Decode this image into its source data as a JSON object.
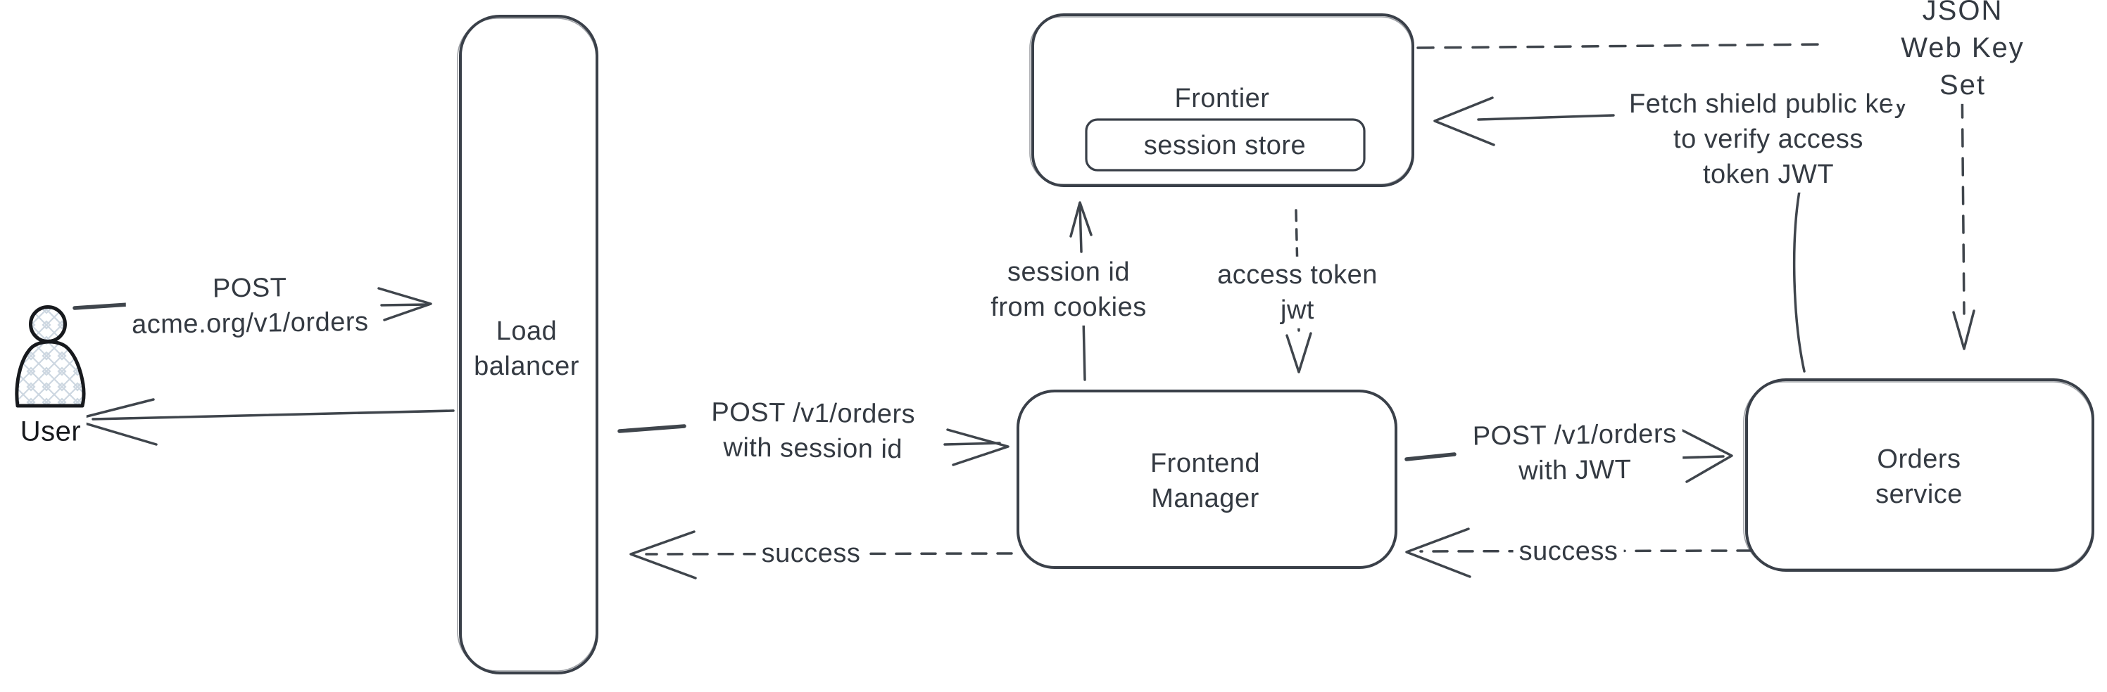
{
  "diagram": {
    "background": "#ffffff",
    "colors": {
      "stroke": "#3a4049",
      "text": "#343a42",
      "user_icon_stroke": "#17191d",
      "hatch_fill": "#cdd7e1"
    },
    "nodes": {
      "user": {
        "label": "User"
      },
      "load_balancer": {
        "label": "Load\nbalancer"
      },
      "frontier": {
        "label": "Frontier"
      },
      "session_store": {
        "label": "session store"
      },
      "frontend_manager": {
        "label": "Frontend\nManager"
      },
      "orders_service": {
        "label": "Orders service"
      }
    },
    "edges": {
      "user_to_lb": {
        "label": "POST\nacme.org/v1/orders",
        "style": "solid"
      },
      "lb_to_user": {
        "label": "",
        "style": "solid"
      },
      "lb_to_fm": {
        "label": "POST /v1/orders\nwith session id",
        "style": "solid"
      },
      "fm_to_lb_success": {
        "label": "success",
        "style": "dashed"
      },
      "fm_to_frontier": {
        "label": "session id\nfrom cookies",
        "style": "solid"
      },
      "frontier_to_fm": {
        "label": "access token\njwt",
        "style": "dashed"
      },
      "fm_to_orders": {
        "label": "POST /v1/orders\nwith JWT",
        "style": "solid"
      },
      "orders_to_fm_success": {
        "label": "success",
        "style": "dashed"
      },
      "orders_to_frontier": {
        "label": "Fetch shield public key\nto verify access\ntoken JWT",
        "style": "solid"
      },
      "jwks": {
        "label": "JSON Web Key Set",
        "style": "dashed"
      }
    }
  }
}
